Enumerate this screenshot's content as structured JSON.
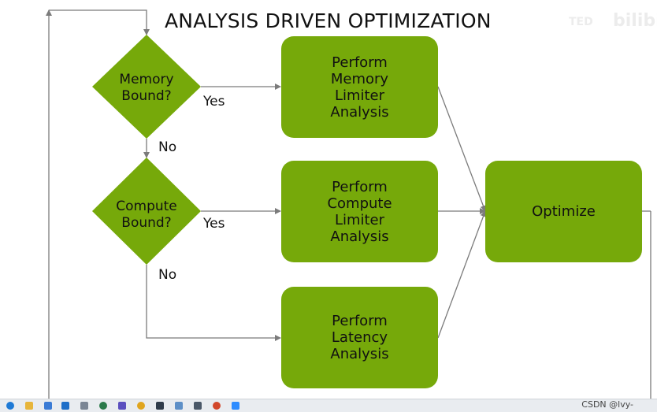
{
  "title": "ANALYSIS DRIVEN OPTIMIZATION",
  "watermark": {
    "left": "TED",
    "right": "bilibi"
  },
  "decisions": [
    {
      "id": "memory",
      "text": "Memory\nBound?"
    },
    {
      "id": "compute",
      "text": "Compute\nBound?"
    }
  ],
  "edge_labels": {
    "yes1": "Yes",
    "no1": "No",
    "yes2": "Yes",
    "no2": "No"
  },
  "boxes": {
    "memory": "Perform\nMemory\nLimiter\nAnalysis",
    "compute": "Perform\nCompute\nLimiter\nAnalysis",
    "latency": "Perform\nLatency\nAnalysis",
    "optimize": "Optimize"
  },
  "colors": {
    "green": "#76a90a",
    "line": "#7b7b7b",
    "text": "#111111"
  },
  "taskbar": {
    "icons": [
      "edge-icon",
      "file-explorer-icon",
      "store-icon",
      "mail-icon",
      "network-icon",
      "settings-icon",
      "chrome-icon",
      "teams-icon",
      "terminal-icon",
      "notepad-icon",
      "printer-icon",
      "powerpoint-icon",
      "zoom-icon"
    ],
    "credit": "CSDN @lvy-"
  }
}
